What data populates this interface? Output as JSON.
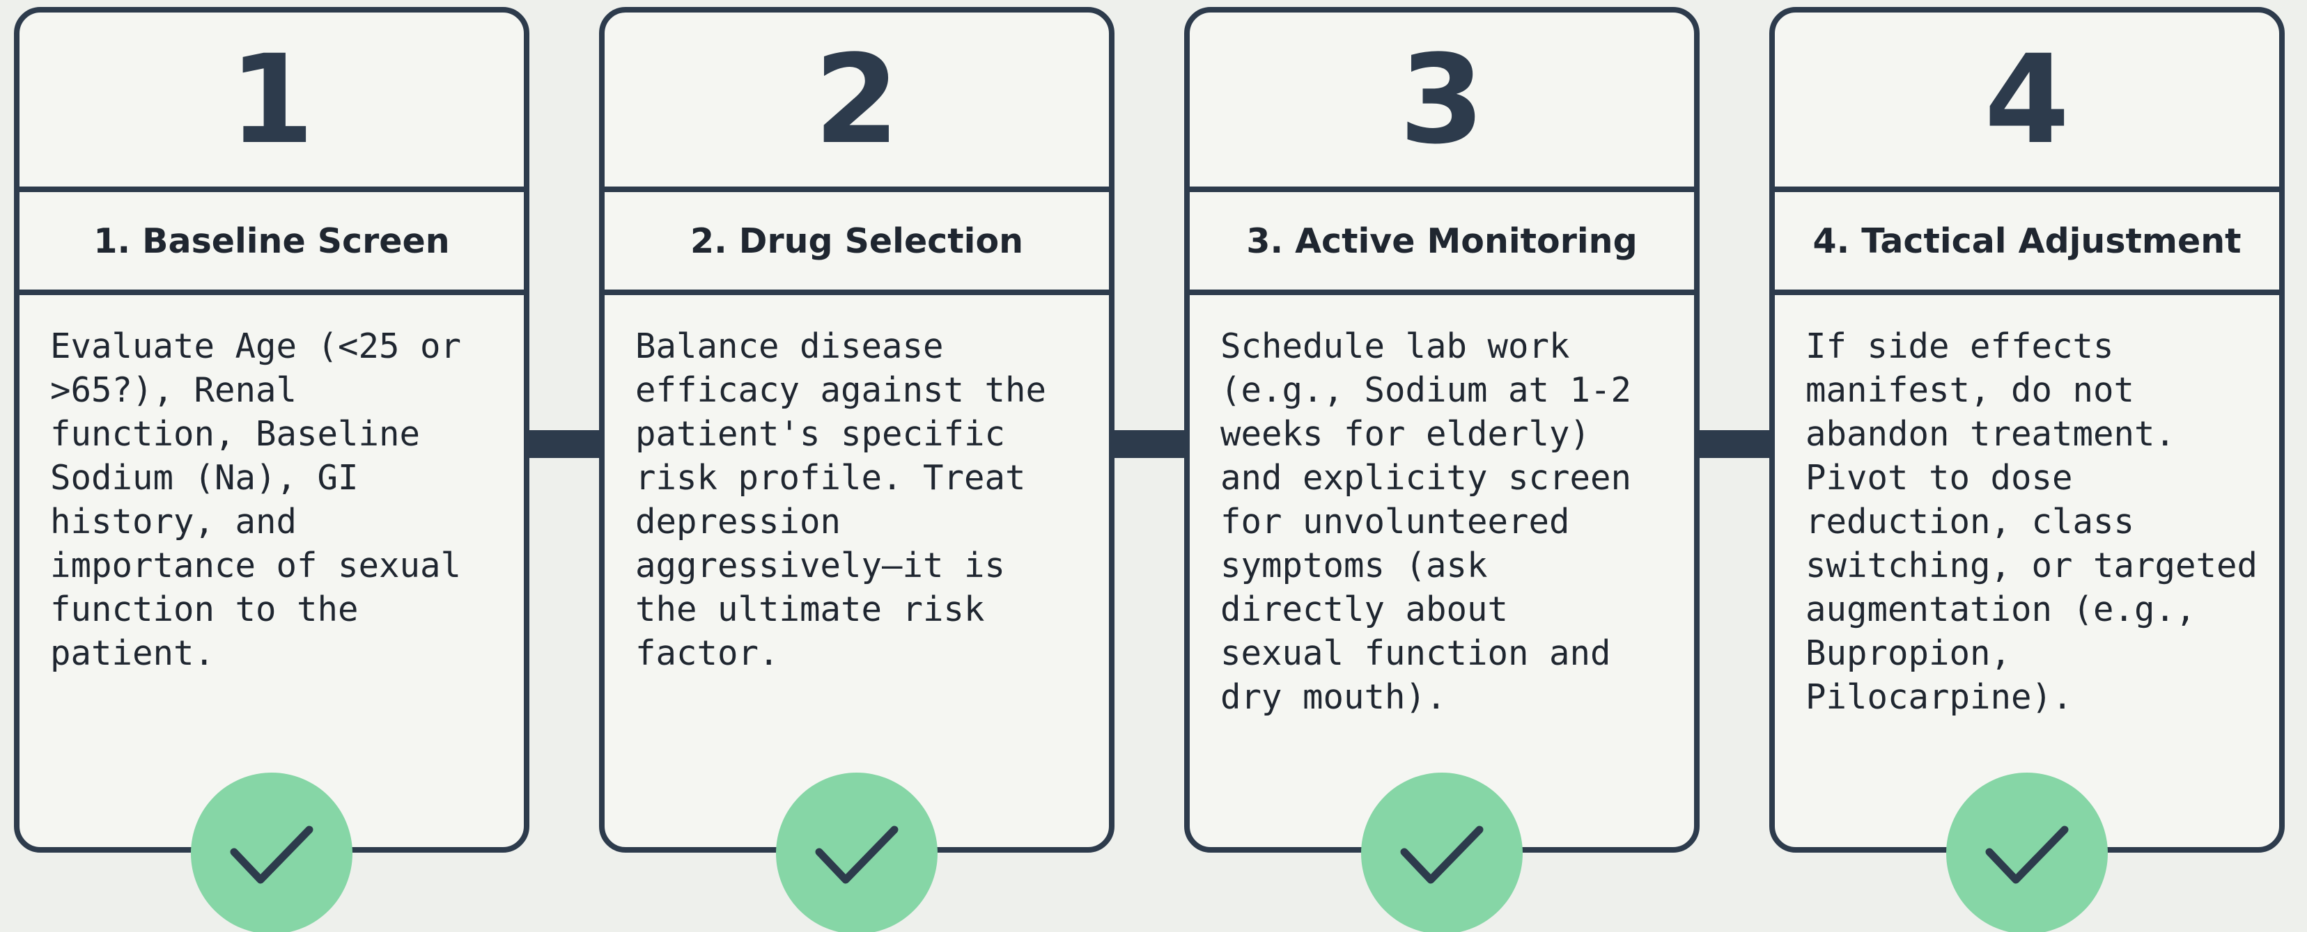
{
  "colors": {
    "background": "#eef0ec",
    "card_border": "#2d3b4c",
    "card_fill": "#f5f6f2",
    "text": "#1f2630",
    "check_fill": "#86d6a6",
    "check_mark": "#2d3b4c"
  },
  "steps": [
    {
      "number": "1",
      "title": "1. Baseline Screen",
      "body": "Evaluate Age (<25 or\n>65?), Renal\nfunction, Baseline\nSodium (Na), GI\nhistory, and\nimportance of sexual\nfunction to the\npatient.",
      "status_icon": "checkmark-icon"
    },
    {
      "number": "2",
      "title": "2. Drug Selection",
      "body": "Balance disease\nefficacy against the\npatient's specific\nrisk profile. Treat\ndepression\naggressively—it is\nthe ultimate risk\nfactor.",
      "status_icon": "checkmark-icon"
    },
    {
      "number": "3",
      "title": "3. Active Monitoring",
      "body": "Schedule lab work\n(e.g., Sodium at 1-2\nweeks for elderly)\nand explicity screen\nfor unvolunteered\nsymptoms (ask\ndirectly about\nsexual function and\ndry mouth).",
      "status_icon": "checkmark-icon"
    },
    {
      "number": "4",
      "title": "4. Tactical Adjustment",
      "body": "If side effects\nmanifest, do not\nabandon treatment.\nPivot to dose\nreduction, class\nswitching, or targeted\naugmentation (e.g.,\nBupropion,\nPilocarpine).",
      "status_icon": "checkmark-icon"
    }
  ]
}
